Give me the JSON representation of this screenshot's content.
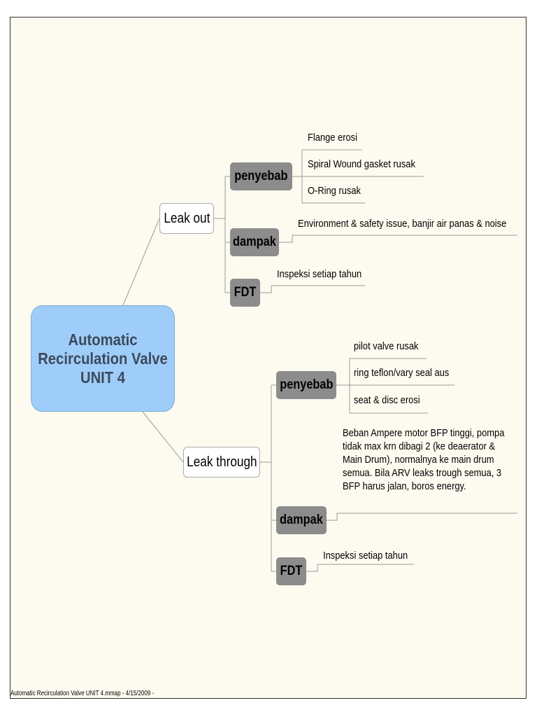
{
  "central": {
    "label": "Automatic\nRecirculation Valve\nUNIT 4"
  },
  "branches": [
    {
      "label": "Leak out",
      "penyebab": {
        "label": "penyebab",
        "items": [
          "Flange erosi",
          "Spiral Wound gasket rusak",
          "O-Ring rusak"
        ]
      },
      "dampak": {
        "label": "dampak",
        "text": "Environment & safety issue, banjir air panas & noise"
      },
      "fdt": {
        "label": "FDT",
        "text": "Inspeksi setiap tahun"
      }
    },
    {
      "label": "Leak through",
      "penyebab": {
        "label": "penyebab",
        "items": [
          "pilot valve rusak",
          "ring teflon/vary seal aus",
          "seat & disc erosi"
        ]
      },
      "dampak": {
        "label": "dampak",
        "text": "Beban Ampere motor BFP tinggi, pompa tidak max krn dibagi 2 (ke deaerator & Main Drum), normalnya ke main drum semua. Bila ARV leaks trough semua, 3 BFP harus jalan, boros energy."
      },
      "fdt": {
        "label": "FDT",
        "text": "Inspeksi setiap tahun"
      }
    }
  ],
  "footer": {
    "text": "Automatic Recirculation Valve UNIT 4.mmap - 4/15/2009 -"
  },
  "colors": {
    "central": "#9fcdfa",
    "subtopic": "#8c8c8c",
    "background": "#fdfbf0",
    "line": "#999999"
  }
}
